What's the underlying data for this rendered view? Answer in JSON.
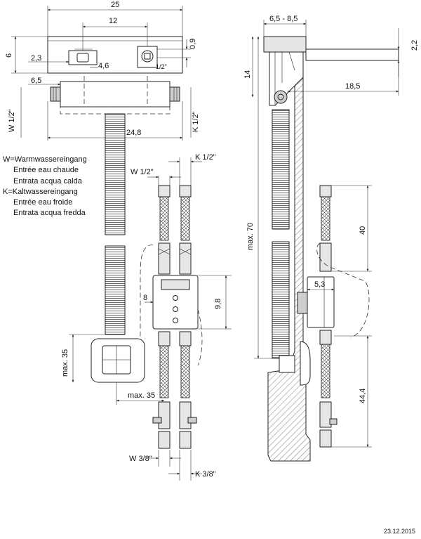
{
  "dimensions": {
    "width_25": "25",
    "width_12": "12",
    "height_6": "6",
    "d_2_3": "2,3",
    "d_4_6": "4,6",
    "d_0_9": "0,9",
    "thread_1_2": "1/2\"",
    "d_6_5": "6,5",
    "w_1_2_side": "W 1/2\"",
    "k_1_2_side": "K 1/2\"",
    "d_24_8": "24,8",
    "k_1_2_hose": "K 1/2\"",
    "w_1_2_hose": "W 1/2\"",
    "d_8": "8",
    "d_9_8": "9,8",
    "max_35_v": "max. 35",
    "max_35_h": "max. 35",
    "w_3_8": "W 3/8\"",
    "k_3_8": "K 3/8\"",
    "d_6_5_8_5": "6,5 - 8,5",
    "d_2_2": "2,2",
    "d_14": "14",
    "d_18_5": "18,5",
    "max_70": "max. 70",
    "d_40": "40",
    "d_5_3": "5,3",
    "d_44_4": "44,4"
  },
  "legend": {
    "w_title": "W=Warmwassereingang",
    "w_fr": "Entrée eau chaude",
    "w_it": "Entrata acqua calda",
    "k_title": "K=Kaltwassereingang",
    "k_fr": "Entrée eau froide",
    "k_it": "Entrata acqua fredda"
  },
  "date": "23.12.2015"
}
